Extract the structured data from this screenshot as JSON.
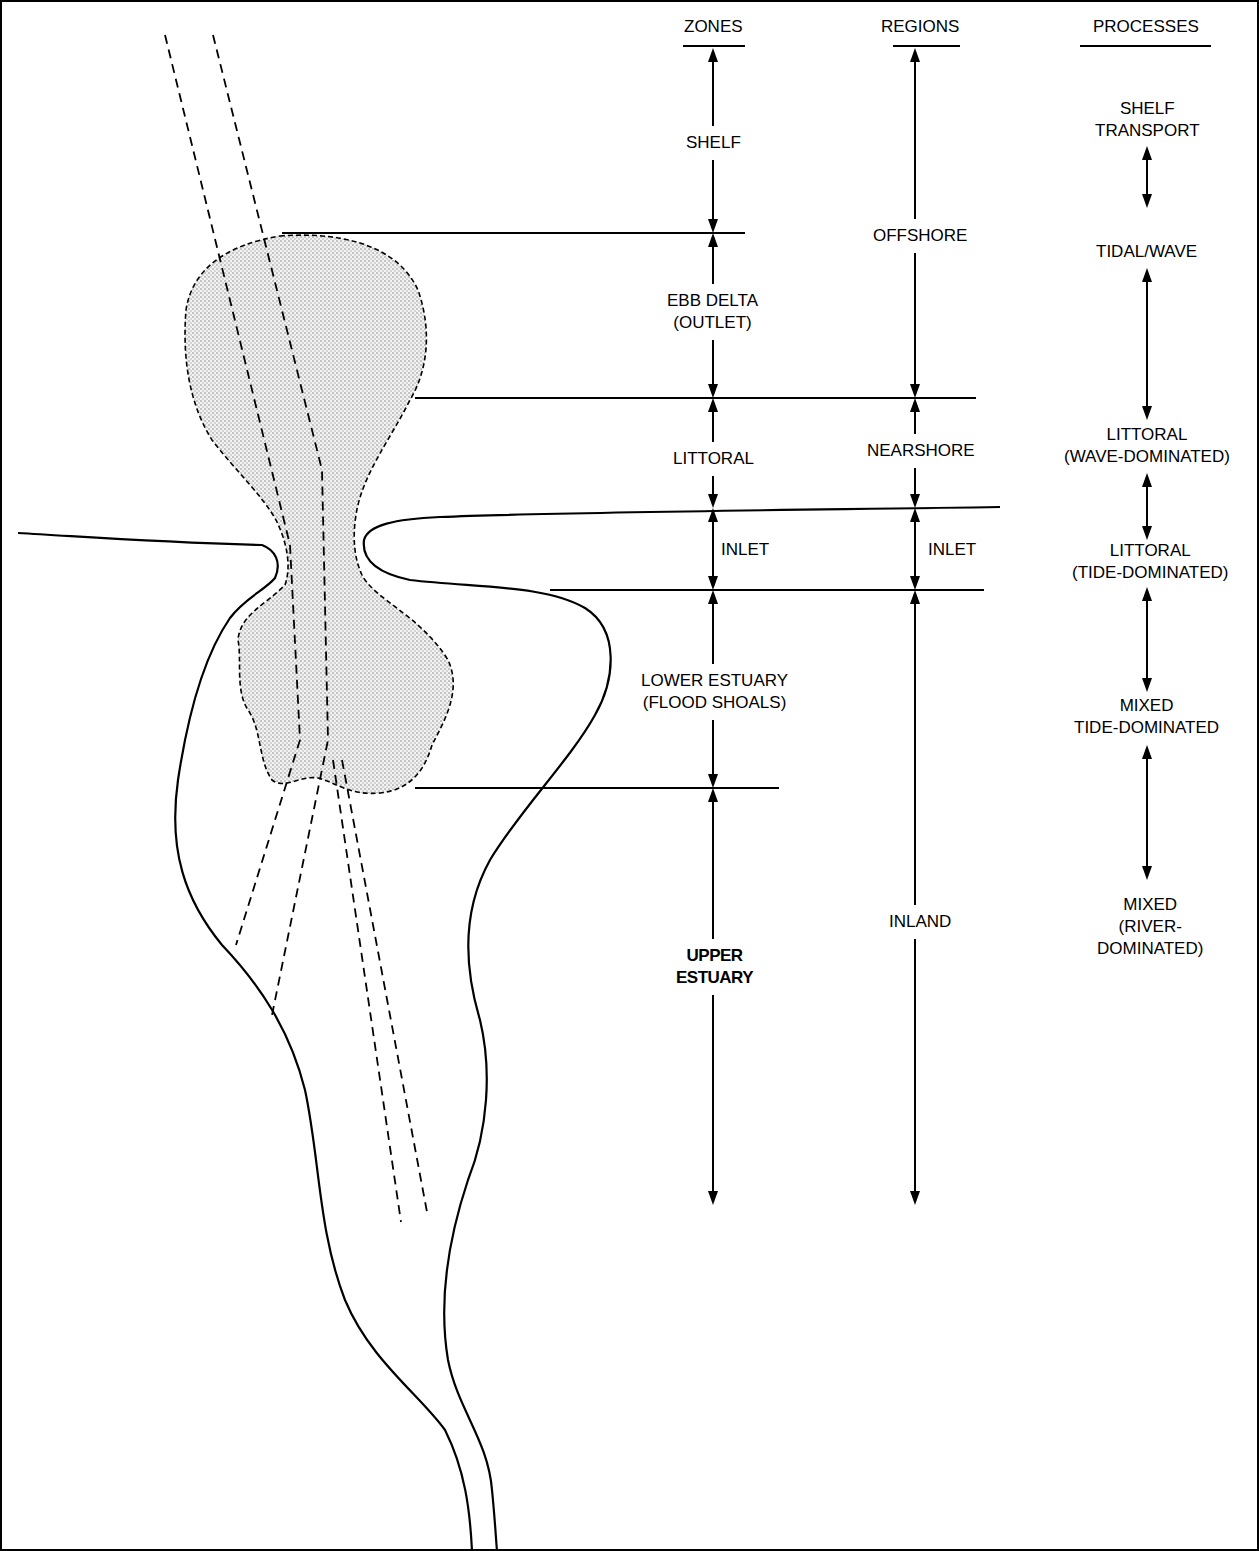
{
  "diagram": {
    "labels": [
      "ZONES",
      "REGIONS",
      "PROCESSES",
      "SHELF",
      "SHELF TRANSPORT",
      "OFFSHORE",
      "TIDAL/WAVE",
      "EBB DELTA (OUTLET)",
      "LITTORAL",
      "NEARSHORE",
      "LITTORAL (WAVE-DOMINATED)",
      "INLET",
      "INLET",
      "LITTORAL (TIDE-DOMINATED)",
      "LOWER ESTUARY (FLOOD SHOALS)",
      "MIXED TIDE-DOMINATED",
      "INLAND",
      "MIXED (RIVER- DOMINATED)",
      "UPPER ESTUARY"
    ]
  }
}
